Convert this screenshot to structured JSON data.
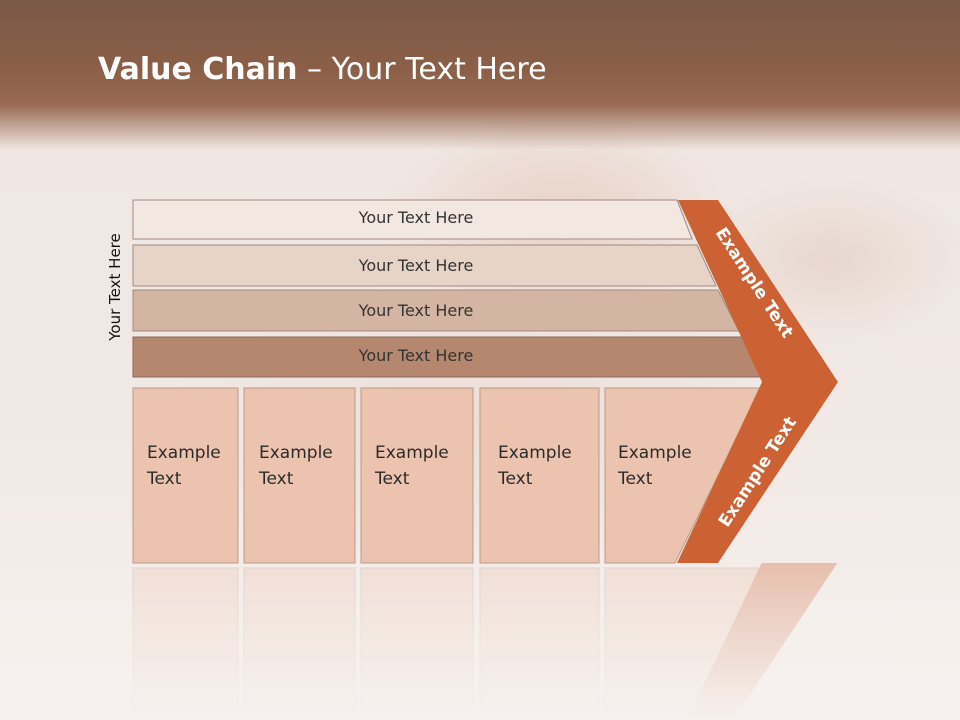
{
  "slide": {
    "title_bold": "Value Chain",
    "title_rest": " – Your Text Here",
    "side_label": "Your Text Here"
  },
  "rows": [
    {
      "label": "Your Text Here",
      "fill": "#f3e7e2"
    },
    {
      "label": "Your Text Here",
      "fill": "#e8d3c7"
    },
    {
      "label": "Your Text Here",
      "fill": "#d4b4a2"
    },
    {
      "label": "Your Text Here",
      "fill": "#b5876f"
    }
  ],
  "boxes": [
    {
      "line1": "Example",
      "line2": "Text"
    },
    {
      "line1": "Example",
      "line2": "Text"
    },
    {
      "line1": "Example",
      "line2": "Text"
    },
    {
      "line1": "Example",
      "line2": "Text"
    },
    {
      "line1": "Example",
      "line2": "Text"
    }
  ],
  "arrow": {
    "upper_label": "Example Text",
    "lower_label": "Example Text",
    "fill": "#cc6133"
  },
  "colors": {
    "box_fill": "#ecc3ae",
    "box_stroke": "#b89a8c",
    "header": "#8a5e47"
  }
}
